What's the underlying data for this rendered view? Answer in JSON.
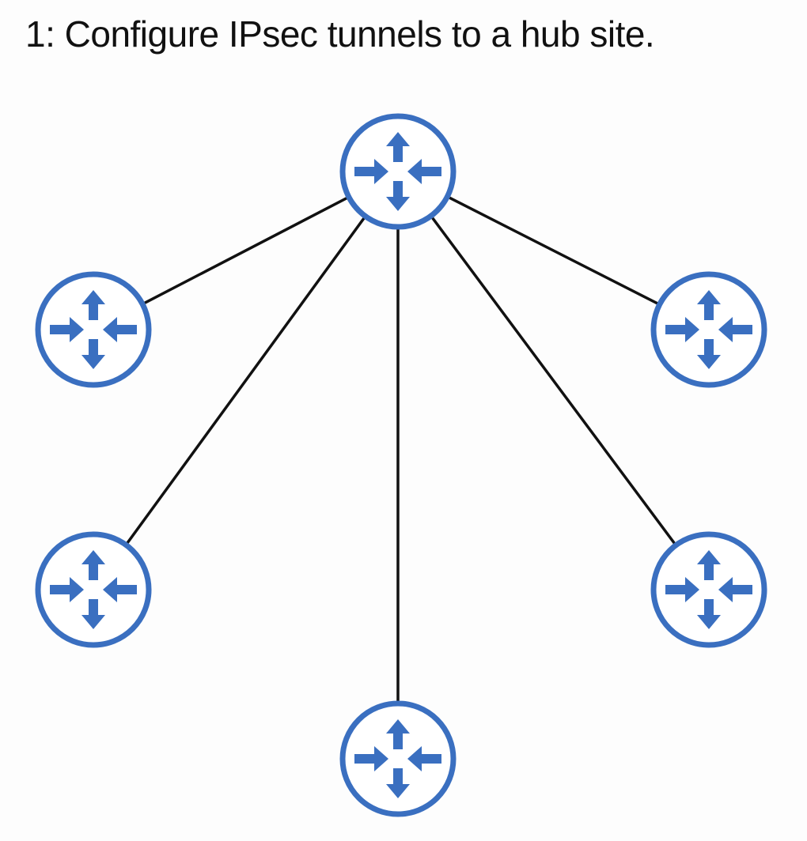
{
  "title": "1: Configure IPsec tunnels to a hub site.",
  "colors": {
    "router": "#3a6fc0",
    "link": "#111111",
    "fill": "#ffffff"
  },
  "hub": {
    "id": "hub",
    "icon": "router-icon",
    "role": "hub"
  },
  "spokes": [
    {
      "id": "spoke-left-upper",
      "icon": "router-icon",
      "role": "spoke"
    },
    {
      "id": "spoke-left-lower",
      "icon": "router-icon",
      "role": "spoke"
    },
    {
      "id": "spoke-bottom",
      "icon": "router-icon",
      "role": "spoke"
    },
    {
      "id": "spoke-right-lower",
      "icon": "router-icon",
      "role": "spoke"
    },
    {
      "id": "spoke-right-upper",
      "icon": "router-icon",
      "role": "spoke"
    }
  ],
  "links": [
    {
      "from": "hub",
      "to": "spoke-left-upper"
    },
    {
      "from": "hub",
      "to": "spoke-left-lower"
    },
    {
      "from": "hub",
      "to": "spoke-bottom"
    },
    {
      "from": "hub",
      "to": "spoke-right-lower"
    },
    {
      "from": "hub",
      "to": "spoke-right-upper"
    }
  ]
}
